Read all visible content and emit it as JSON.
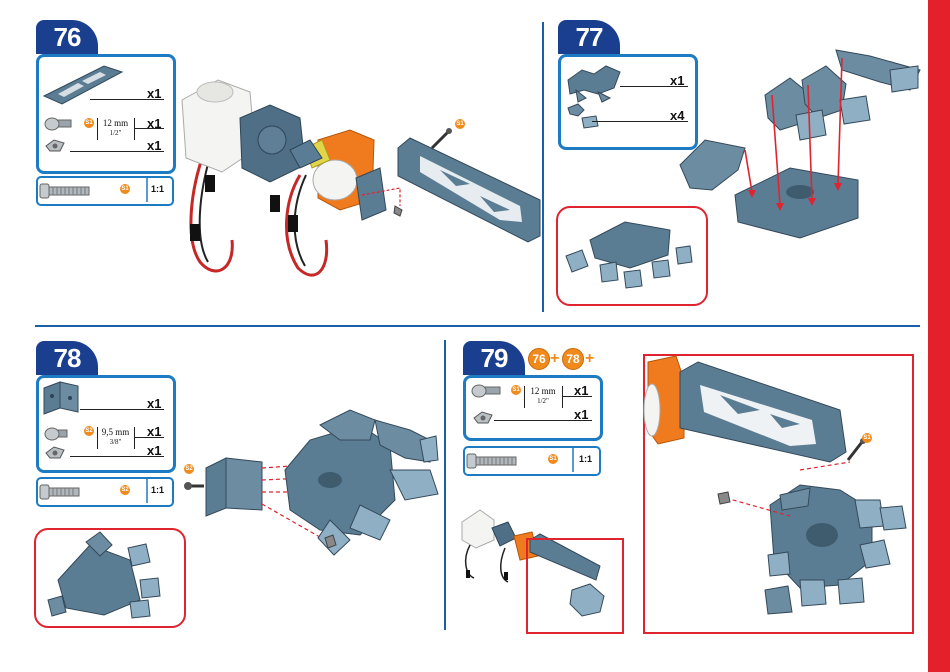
{
  "steps": [
    {
      "number": "76",
      "parts": [
        {
          "qty": "x1"
        },
        {
          "qty": "x1",
          "size": "12 mm",
          "size_in": "1/2\""
        },
        {
          "qty": "x1"
        }
      ],
      "screw_ratio": "1:1"
    },
    {
      "number": "77",
      "parts": [
        {
          "qty": "x1"
        },
        {
          "qty": "x4"
        }
      ]
    },
    {
      "number": "78",
      "parts": [
        {
          "qty": "x1"
        },
        {
          "qty": "x1",
          "size": "9,5 mm",
          "size_in": "3/8\""
        },
        {
          "qty": "x1"
        }
      ],
      "screw_ratio": "1:1"
    },
    {
      "number": "79",
      "parts": [
        {
          "qty": "x1",
          "size": "12 mm",
          "size_in": "1/2\""
        },
        {
          "qty": "x1"
        }
      ],
      "screw_ratio": "1:1",
      "combine": [
        "76",
        "78"
      ],
      "plus": "+"
    }
  ],
  "badges": {
    "s1": "S1",
    "s2": "S2"
  },
  "colors": {
    "step_tab": "#1a3f8f",
    "box_border": "#1d7bc4",
    "accent_orange": "#f08a1c",
    "red": "#e0242f",
    "part": "#5b7d94"
  },
  "icons": [
    "screw-icon",
    "nut-icon",
    "bracket-icon",
    "servo-icon",
    "claw-part-icon"
  ]
}
